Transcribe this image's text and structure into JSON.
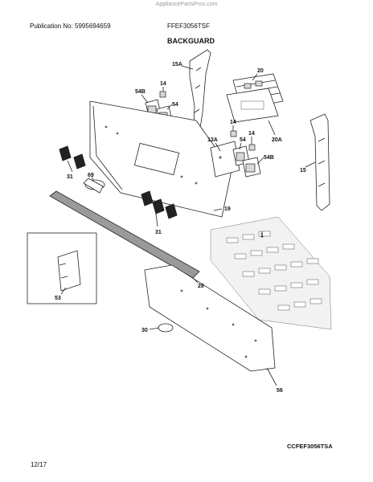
{
  "watermark": "AppliancePartsPros.com",
  "header": {
    "publication": "Publication No: 5995694659",
    "model": "FFEF3056TSF",
    "title": "BACKGUARD"
  },
  "callouts": {
    "c15a": "15A",
    "c14a": "14",
    "c54b_top": "54B",
    "c54": "54",
    "c20": "20",
    "c20a": "20A",
    "c14b": "14",
    "c14c": "14",
    "c13a": "13A",
    "c54_mid": "54",
    "c54b_mid": "54B",
    "c15": "15",
    "c31_left": "31",
    "c69": "69",
    "c19": "19",
    "c31_mid": "31",
    "c1": "1",
    "c53": "53",
    "c28": "28",
    "c30": "30",
    "c56": "56"
  },
  "footer": {
    "ref_code": "CCFEF3056TSA",
    "page": "12/17"
  }
}
